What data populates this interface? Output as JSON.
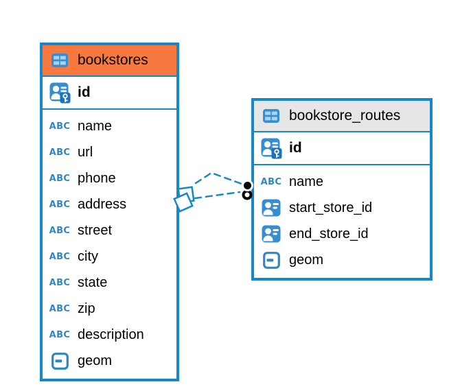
{
  "diagram": {
    "tables": [
      {
        "name": "bookstores",
        "header_color": "#f8793f",
        "columns": [
          {
            "name": "id",
            "icon": "primary-key-icon",
            "key": true
          },
          {
            "name": "name",
            "icon": "text-type-icon"
          },
          {
            "name": "url",
            "icon": "text-type-icon"
          },
          {
            "name": "phone",
            "icon": "text-type-icon"
          },
          {
            "name": "address",
            "icon": "text-type-icon"
          },
          {
            "name": "street",
            "icon": "text-type-icon"
          },
          {
            "name": "city",
            "icon": "text-type-icon"
          },
          {
            "name": "state",
            "icon": "text-type-icon"
          },
          {
            "name": "zip",
            "icon": "text-type-icon"
          },
          {
            "name": "description",
            "icon": "text-type-icon"
          },
          {
            "name": "geom",
            "icon": "geometry-type-icon"
          }
        ]
      },
      {
        "name": "bookstore_routes",
        "header_color": "#e6e6e6",
        "columns": [
          {
            "name": "id",
            "icon": "primary-key-icon",
            "key": true
          },
          {
            "name": "name",
            "icon": "text-type-icon"
          },
          {
            "name": "start_store_id",
            "icon": "foreign-key-icon"
          },
          {
            "name": "end_store_id",
            "icon": "foreign-key-icon"
          },
          {
            "name": "geom",
            "icon": "geometry-type-icon"
          }
        ]
      }
    ],
    "relationship": {
      "from_table": "bookstores",
      "to_table": "bookstore_routes",
      "line_count": 2,
      "line_style": "dashed",
      "source_marker": "stacked-squares-marker",
      "target_marker": "dot-and-ring-marker"
    },
    "icon_glyphs": {
      "text_type_glyph": "ABC"
    },
    "colors": {
      "accent_blue": "#1588c9",
      "icon_blue": "#338fd1",
      "icon_dark_blue": "#1973bd",
      "icon_cell_blue": "#aed3f0",
      "header_orange": "#f8793f",
      "header_gray": "#e6e6e6",
      "text": "#000000"
    }
  }
}
